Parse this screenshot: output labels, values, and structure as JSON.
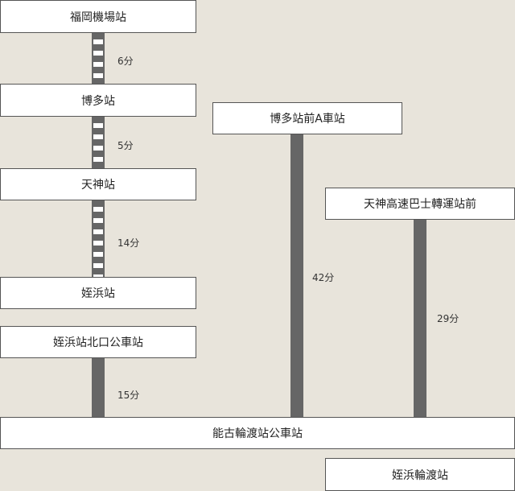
{
  "stations": {
    "fukuoka_airport": "福岡機場站",
    "hakata": "博多站",
    "tenjin": "天神站",
    "meinohama": "姪浜站",
    "meinohama_north_bus": "姪浜站北口公車站",
    "hakata_bus_a": "博多站前A車站",
    "tenjin_highway_bus": "天神高速巴士轉運站前",
    "noko_ferry_bus": "能古輪渡站公車站",
    "meinohama_ferry": "姪浜輪渡站"
  },
  "durations": {
    "airport_hakata": "6分",
    "hakata_tenjin": "5分",
    "tenjin_meinohama": "14分",
    "north_bus_noko": "15分",
    "hakata_a_noko": "42分",
    "tenjin_hw_noko": "29分"
  },
  "colors": {
    "background": "#e8e4db",
    "line": "#666666",
    "box": "#ffffff"
  }
}
